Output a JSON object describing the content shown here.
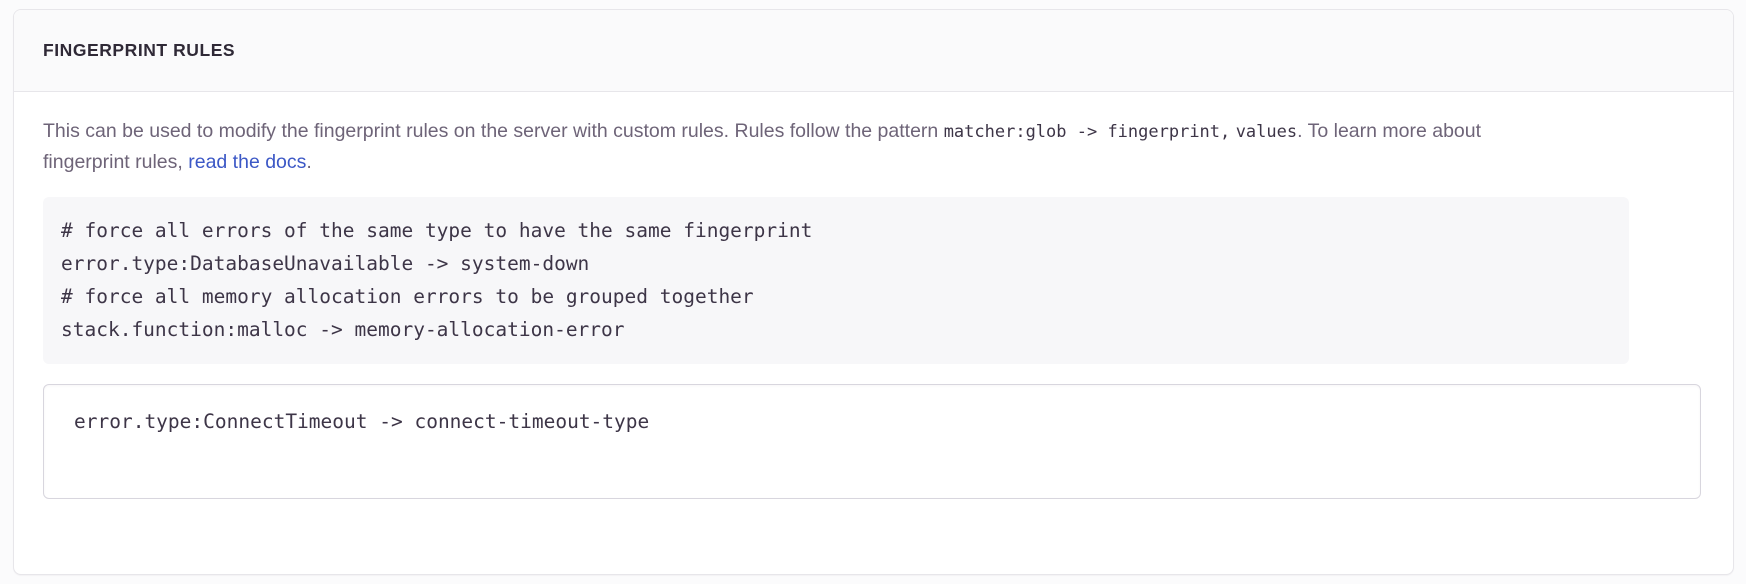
{
  "panel": {
    "title": "FINGERPRINT RULES"
  },
  "description": {
    "part1": "This can be used to modify the fingerprint rules on the server with custom rules. Rules follow the pattern ",
    "code1": "matcher:glob -> fingerprint,",
    "code2": "values",
    "part2": ". To learn more about fingerprint rules, ",
    "link_label": "read the docs",
    "part3": "."
  },
  "example_code": {
    "lines": [
      "# force all errors of the same type to have the same fingerprint",
      "error.type:DatabaseUnavailable -> system-down",
      "# force all memory allocation errors to be grouped together",
      "stack.function:malloc -> memory-allocation-error"
    ]
  },
  "rules_editor": {
    "value": "error.type:ConnectTimeout -> connect-timeout-type",
    "placeholder": ""
  },
  "colors": {
    "panel_background": "#ffffff",
    "page_background": "#fbfbfc",
    "header_background": "#fafafb",
    "border": "#e7e6ea",
    "code_background": "#f7f7f9",
    "text_primary": "#2f2936",
    "text_muted": "#6e6478",
    "code_text": "#3d3547",
    "link": "#3c58c6"
  }
}
